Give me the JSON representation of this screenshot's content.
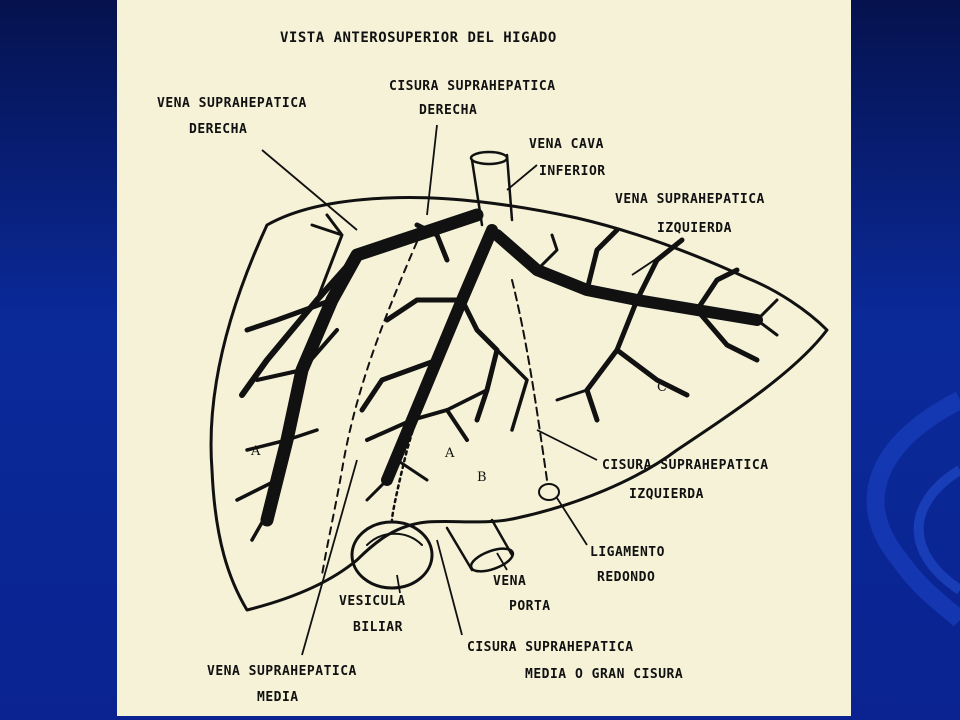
{
  "title": "VISTA ANTEROSUPERIOR DEL HIGADO",
  "labels": {
    "vena_suprahepatica_derecha": [
      "VENA SUPRAHEPATICA",
      "DERECHA"
    ],
    "cisura_suprahepatica_derecha": [
      "CISURA SUPRAHEPATICA",
      "DERECHA"
    ],
    "vena_cava_inferior": [
      "VENA CAVA",
      "INFERIOR"
    ],
    "vena_suprahepatica_izquierda": [
      "VENA SUPRAHEPATICA",
      "IZQUIERDA"
    ],
    "cisura_suprahepatica_izquierda": [
      "CISURA SUPRAHEPATICA",
      "IZQUIERDA"
    ],
    "ligamento_redondo": [
      "LIGAMENTO",
      "REDONDO"
    ],
    "vena_porta": [
      "VENA",
      "PORTA"
    ],
    "vesicula_biliar": [
      "VESICULA",
      "BILIAR"
    ],
    "cisura_suprahepatica_media": [
      "CISURA SUPRAHEPATICA",
      "MEDIA O GRAN CISURA"
    ],
    "vena_suprahepatica_media": [
      "VENA SUPRAHEPATICA",
      "MEDIA"
    ]
  },
  "zones": {
    "a": "A",
    "b": "B",
    "c": "C",
    "a2": "A"
  },
  "colors": {
    "slide_bg": "#0a1f7a",
    "paper": "#f5f2d8",
    "ink": "#111111"
  }
}
